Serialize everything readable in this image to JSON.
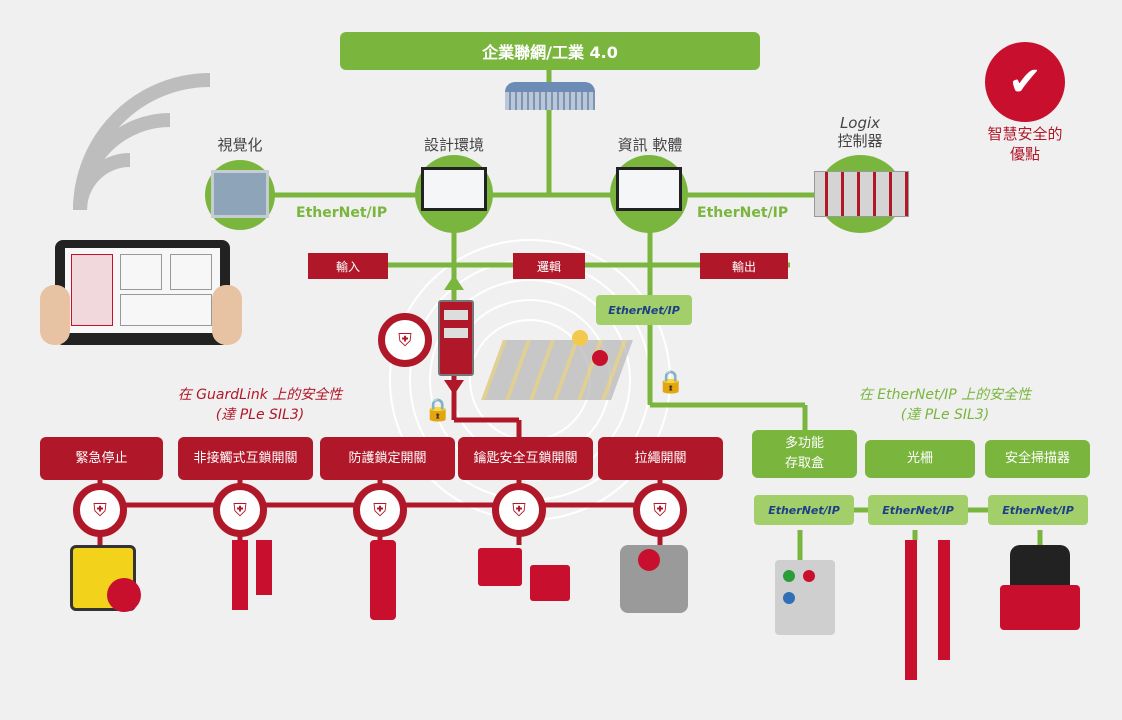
{
  "top_bar": {
    "title": "企業聯網/工業 4.0"
  },
  "nodes": {
    "visualization": "視覺化",
    "design_env": "設計環境",
    "info_software": "資訊 軟體",
    "logix_line1": "Logix",
    "logix_line2": "控制器"
  },
  "ethernet_labels": {
    "left": "EtherNet/IP",
    "right": "EtherNet/IP"
  },
  "logic_labels": {
    "input": "輸入",
    "logic": "邏輯",
    "output": "輸出"
  },
  "smart_safety": {
    "line1": "智慧安全的",
    "line2": "優點"
  },
  "guardlink": {
    "line1": "在 GuardLink 上的安全性",
    "line2": "(達 PLe SIL3)"
  },
  "ethernetip_safety": {
    "line1": "在 EtherNet/IP 上的安全性",
    "line2": "(達 PLe SIL3)"
  },
  "red_devices": [
    "緊急停止",
    "非接觸式互鎖開關",
    "防護鎖定開關",
    "鑰匙安全互鎖開關",
    "拉繩開關"
  ],
  "green_devices": [
    "多功能\n存取盒",
    "光柵",
    "安全掃描器"
  ],
  "eth_badge_text": "EtherNet/IP",
  "colors": {
    "green": "#7ab63e",
    "red": "#b0182a",
    "background": "#f0f0f0"
  }
}
